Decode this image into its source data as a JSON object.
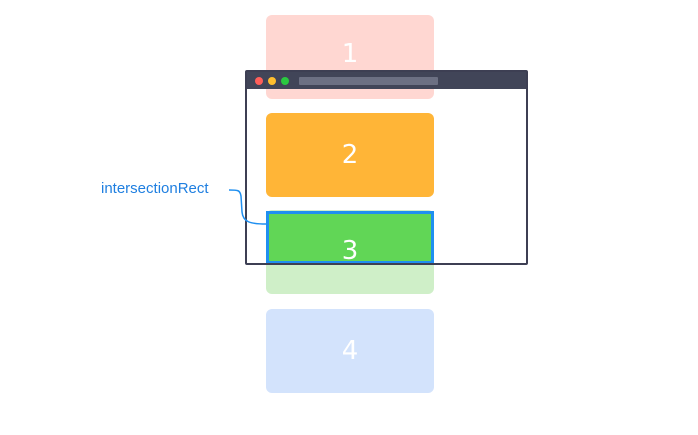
{
  "cards": [
    {
      "number": "1",
      "color": "#ffd7d2"
    },
    {
      "number": "2",
      "color": "#ffb537"
    },
    {
      "number": "3",
      "color": "#61d656"
    },
    {
      "number": "4",
      "color": "#d3e3fc"
    }
  ],
  "label": {
    "text": "intersectionRect",
    "color": "#1f7fe0"
  },
  "browser": {
    "traffic_lights": [
      "red",
      "yellow",
      "green"
    ],
    "colors": {
      "chrome": "#414558",
      "address_bar": "#6c7083",
      "border": "#3d3f53"
    }
  },
  "highlight_color": "#1f8ff0"
}
